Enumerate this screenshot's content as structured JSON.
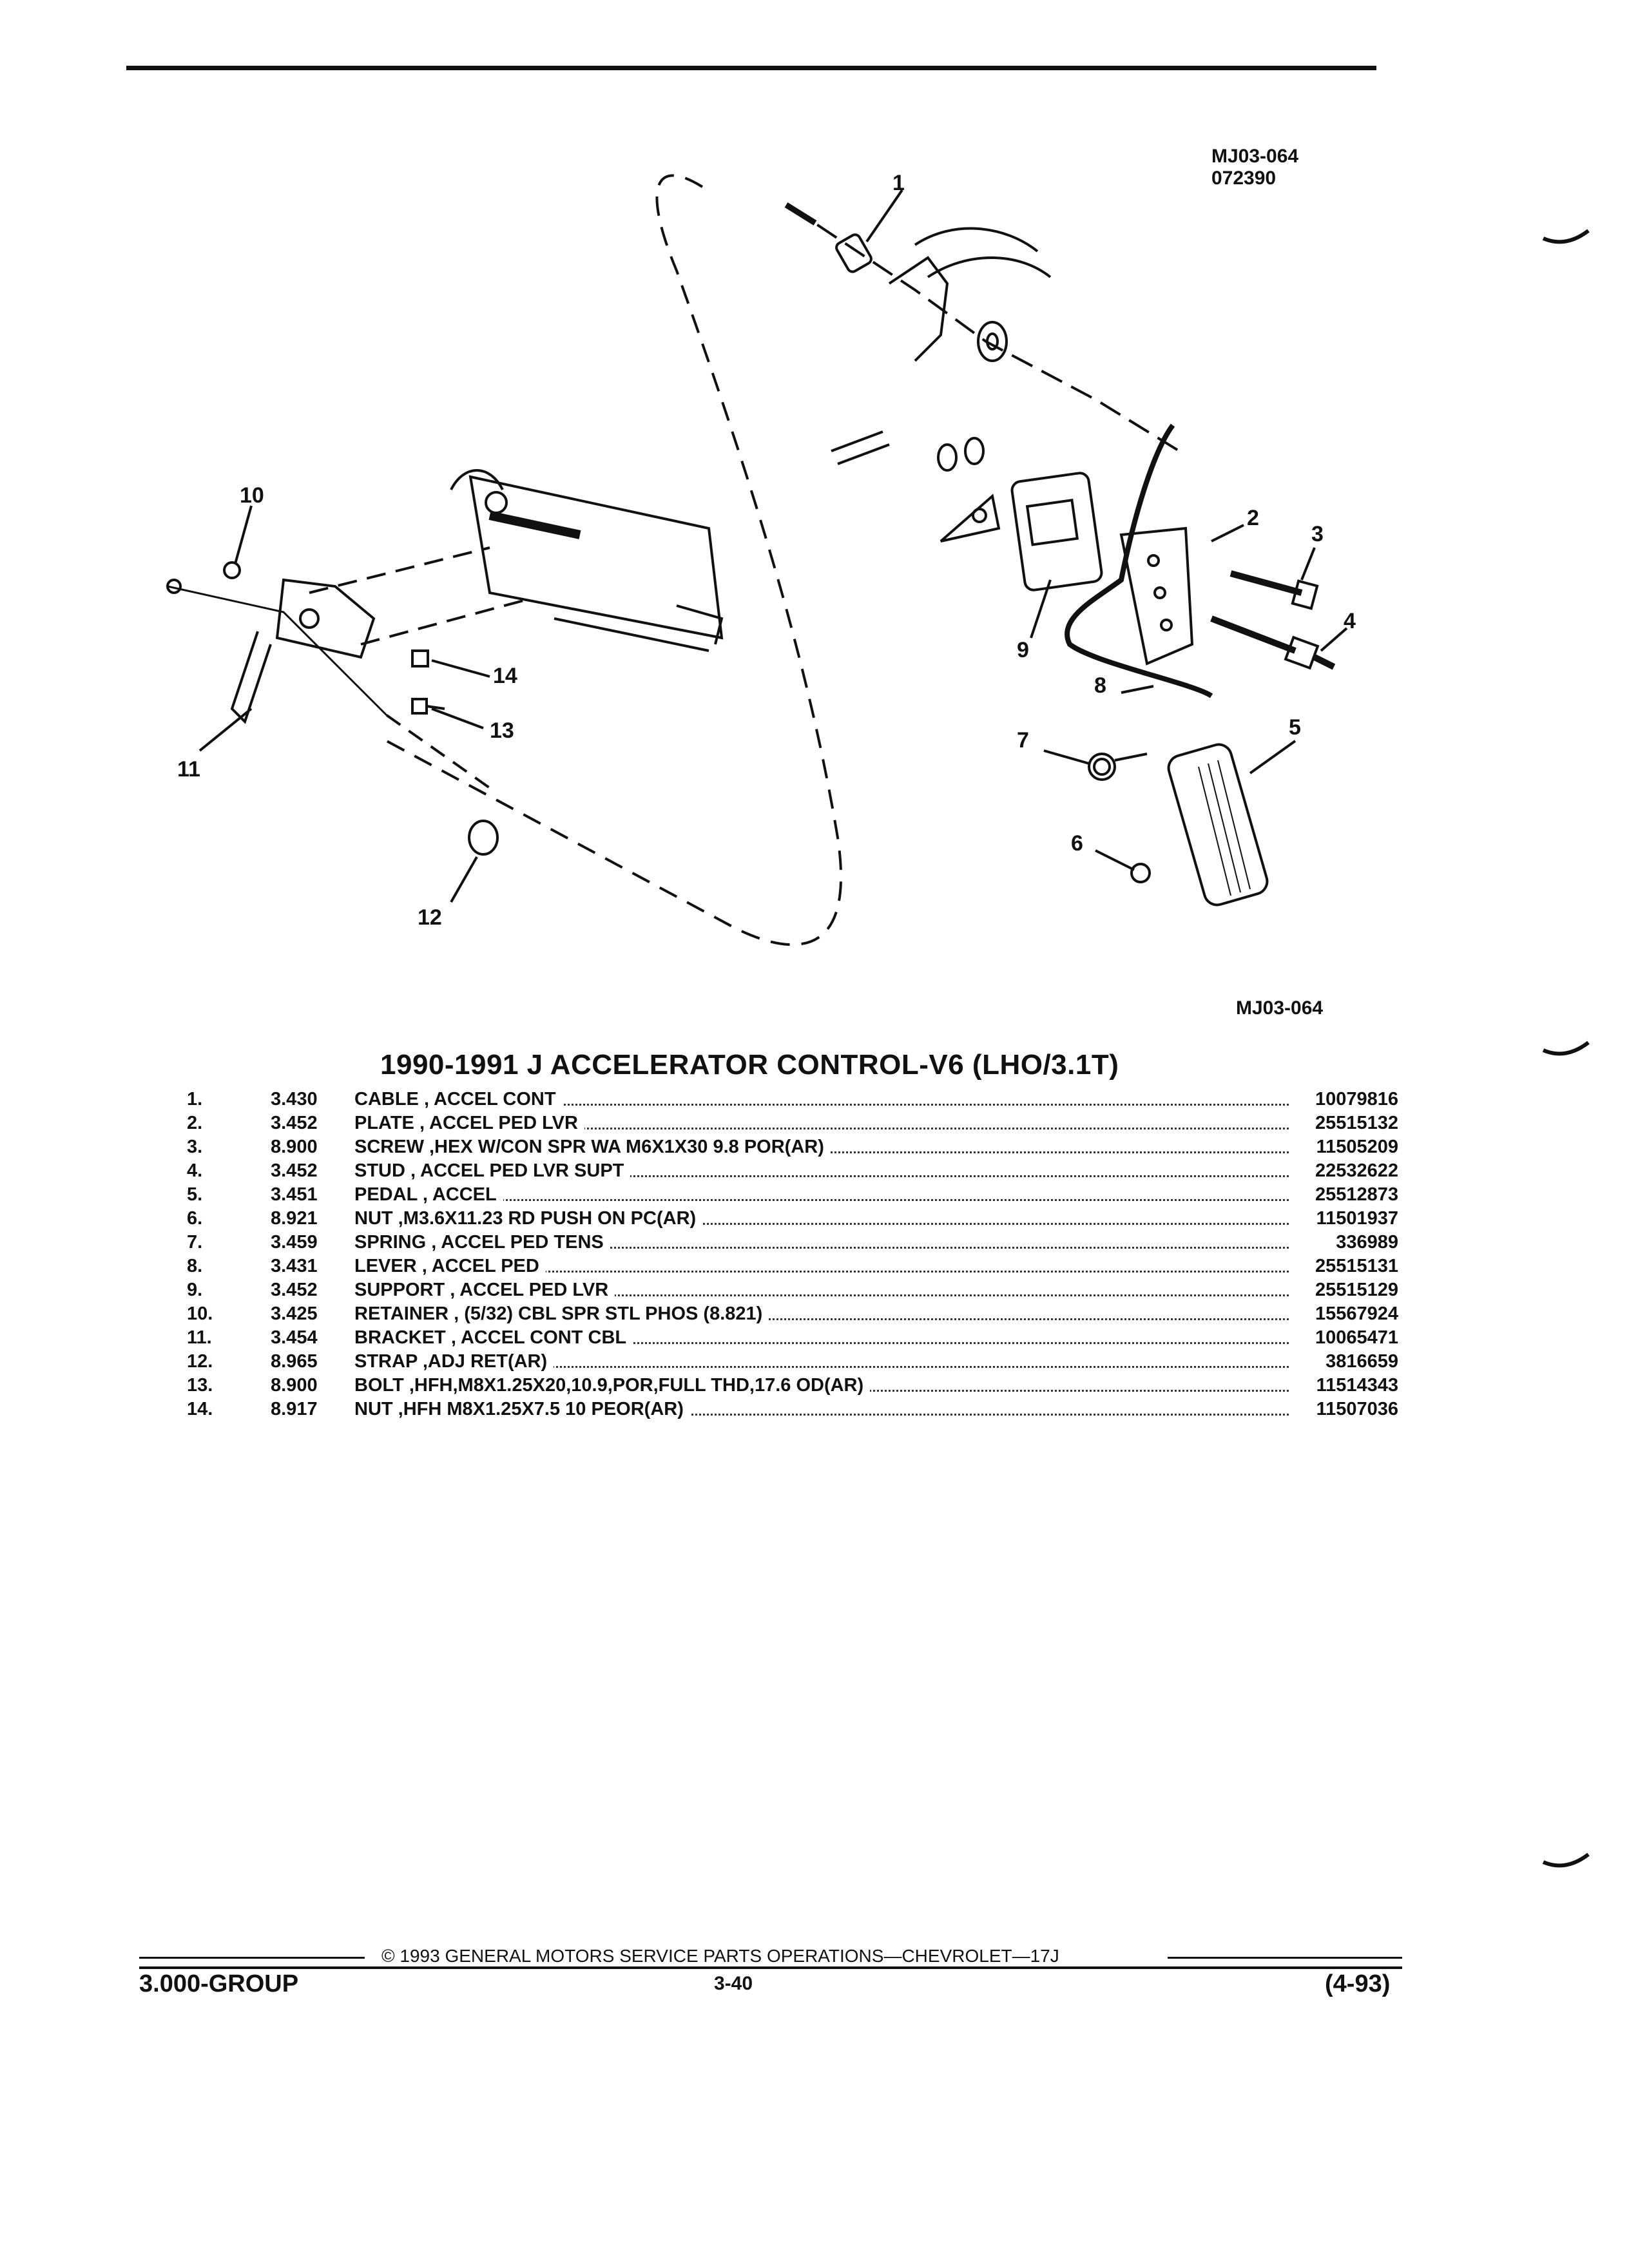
{
  "figure": {
    "id_top": "MJ03-064",
    "date_code": "072390",
    "id_bottom": "MJ03-064",
    "callouts": [
      "1",
      "2",
      "3",
      "4",
      "5",
      "6",
      "7",
      "8",
      "9",
      "10",
      "11",
      "12",
      "13",
      "14"
    ]
  },
  "title": "1990-1991 J ACCELERATOR CONTROL-V6 (LHO/3.1T)",
  "parts": [
    {
      "num": "1.",
      "group": "3.430",
      "desc": "CABLE , ACCEL CONT",
      "pn": "10079816"
    },
    {
      "num": "2.",
      "group": "3.452",
      "desc": "PLATE , ACCEL PED LVR",
      "pn": "25515132"
    },
    {
      "num": "3.",
      "group": "8.900",
      "desc": "SCREW ,HEX W/CON SPR WA M6X1X30 9.8 POR(AR)",
      "pn": "11505209"
    },
    {
      "num": "4.",
      "group": "3.452",
      "desc": "STUD , ACCEL PED LVR SUPT",
      "pn": "22532622"
    },
    {
      "num": "5.",
      "group": "3.451",
      "desc": "PEDAL , ACCEL",
      "pn": "25512873"
    },
    {
      "num": "6.",
      "group": "8.921",
      "desc": "NUT ,M3.6X11.23 RD PUSH ON PC(AR)",
      "pn": "11501937"
    },
    {
      "num": "7.",
      "group": "3.459",
      "desc": "SPRING , ACCEL PED TENS",
      "pn": "336989"
    },
    {
      "num": "8.",
      "group": "3.431",
      "desc": "LEVER , ACCEL PED",
      "pn": "25515131"
    },
    {
      "num": "9.",
      "group": "3.452",
      "desc": "SUPPORT , ACCEL PED LVR",
      "pn": "25515129"
    },
    {
      "num": "10.",
      "group": "3.425",
      "desc": "RETAINER , (5/32) CBL SPR STL PHOS (8.821)",
      "pn": "15567924"
    },
    {
      "num": "11.",
      "group": "3.454",
      "desc": "BRACKET , ACCEL CONT CBL",
      "pn": "10065471"
    },
    {
      "num": "12.",
      "group": "8.965",
      "desc": "STRAP ,ADJ RET(AR)",
      "pn": "3816659"
    },
    {
      "num": "13.",
      "group": "8.900",
      "desc": "BOLT ,HFH,M8X1.25X20,10.9,POR,FULL THD,17.6 OD(AR)",
      "pn": "11514343"
    },
    {
      "num": "14.",
      "group": "8.917",
      "desc": "NUT ,HFH M8X1.25X7.5 10 PEOR(AR)",
      "pn": "11507036"
    }
  ],
  "footer": {
    "copyright": "© 1993 GENERAL MOTORS SERVICE PARTS OPERATIONS—CHEVROLET—17J",
    "group": "3.000-GROUP",
    "page": "3-40",
    "date": "(4-93)"
  }
}
